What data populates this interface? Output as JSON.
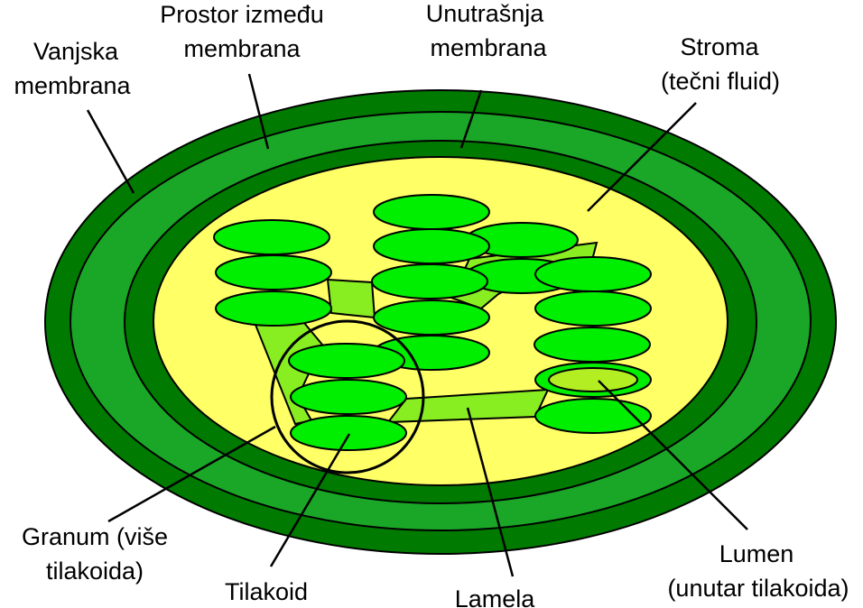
{
  "labels": {
    "outer_membrane": [
      "Vanjska",
      "membrana"
    ],
    "intermembrane_space": [
      "Prostor između",
      "membrana"
    ],
    "inner_membrane": [
      "Unutrašnja",
      "membrana"
    ],
    "stroma": [
      "Stroma",
      "(tečni fluid)"
    ],
    "granum": [
      "Granum (više",
      "tilakoida)"
    ],
    "thylakoid": [
      "Tilakoid"
    ],
    "lamella": [
      "Lamela"
    ],
    "lumen": [
      "Lumen",
      "(unutar tilakoida)"
    ]
  },
  "colors": {
    "outer_membrane": "#007a00",
    "intermembrane_space": "#1aa626",
    "stroma": "#ffff66",
    "thylakoid": "#00ee00",
    "lamella": "#88ee22",
    "lumen": "#b3ee22"
  }
}
